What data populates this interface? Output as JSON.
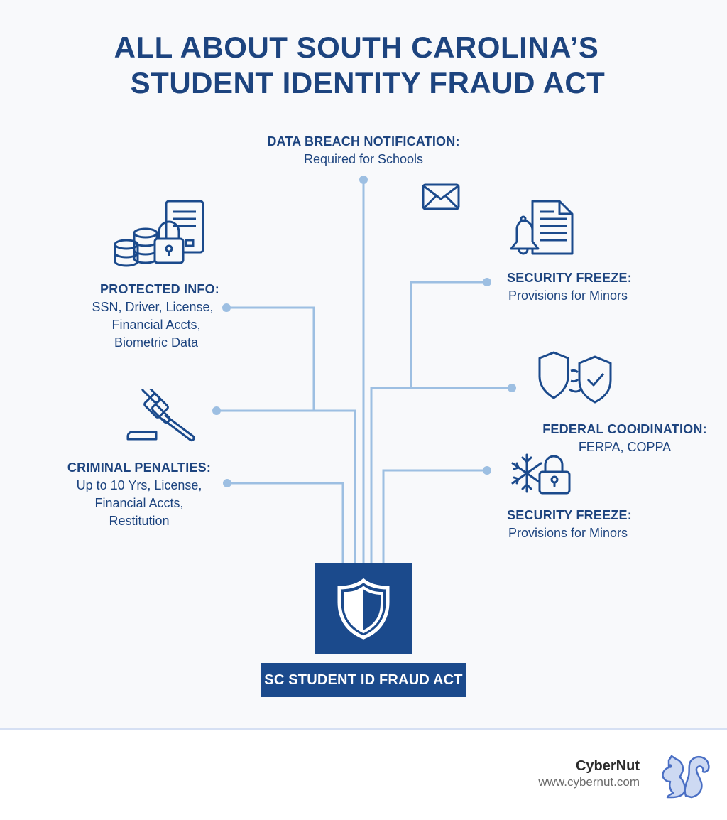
{
  "title": {
    "line1": "ALL ABOUT SOUTH CAROLINA’S",
    "line2": "STUDENT IDENTITY FRAUD ACT"
  },
  "colors": {
    "primary": "#1b4a8c",
    "heading": "#1d447f",
    "connector": "#9dbfe2",
    "background": "#f8f9fb",
    "divider": "#d6e0f3"
  },
  "hub": {
    "icon": "shield-icon",
    "label": "SC STUDENT ID FRAUD ACT"
  },
  "nodes": {
    "data_breach": {
      "heading": "DATA BREACH NOTIFICATION:",
      "body": "Required for Schools",
      "icon": "envelope-icon"
    },
    "protected_info": {
      "heading": "PROTECTED INFO:",
      "body_lines": [
        "SSN, Driver, License,",
        "Financial Accts,",
        "Biometric Data"
      ],
      "icon": "database-lock-document-icon"
    },
    "criminal_penalties": {
      "heading": "CRIMINAL PENALTIES:",
      "body_lines": [
        "Up to 10 Yrs, License,",
        "Financial Accts,",
        "Restitution"
      ],
      "icon": "gavel-icon"
    },
    "security_freeze_1": {
      "heading": "SECURITY FREEZE:",
      "body": "Provisions for Minors",
      "icon": "bell-document-icon"
    },
    "federal_coordination": {
      "heading": "FEDERAL COOłDINATION:",
      "body": "FERPA, COPPA",
      "icon": "dual-shield-check-icon"
    },
    "security_freeze_2": {
      "heading": "SECURITY FREEZE:",
      "body": "Provisions for Minors",
      "icon": "snowflake-lock-icon"
    }
  },
  "footer": {
    "brand_name": "CyberNut",
    "brand_url": "www.cybernut.com",
    "logo_icon": "squirrel-icon"
  }
}
